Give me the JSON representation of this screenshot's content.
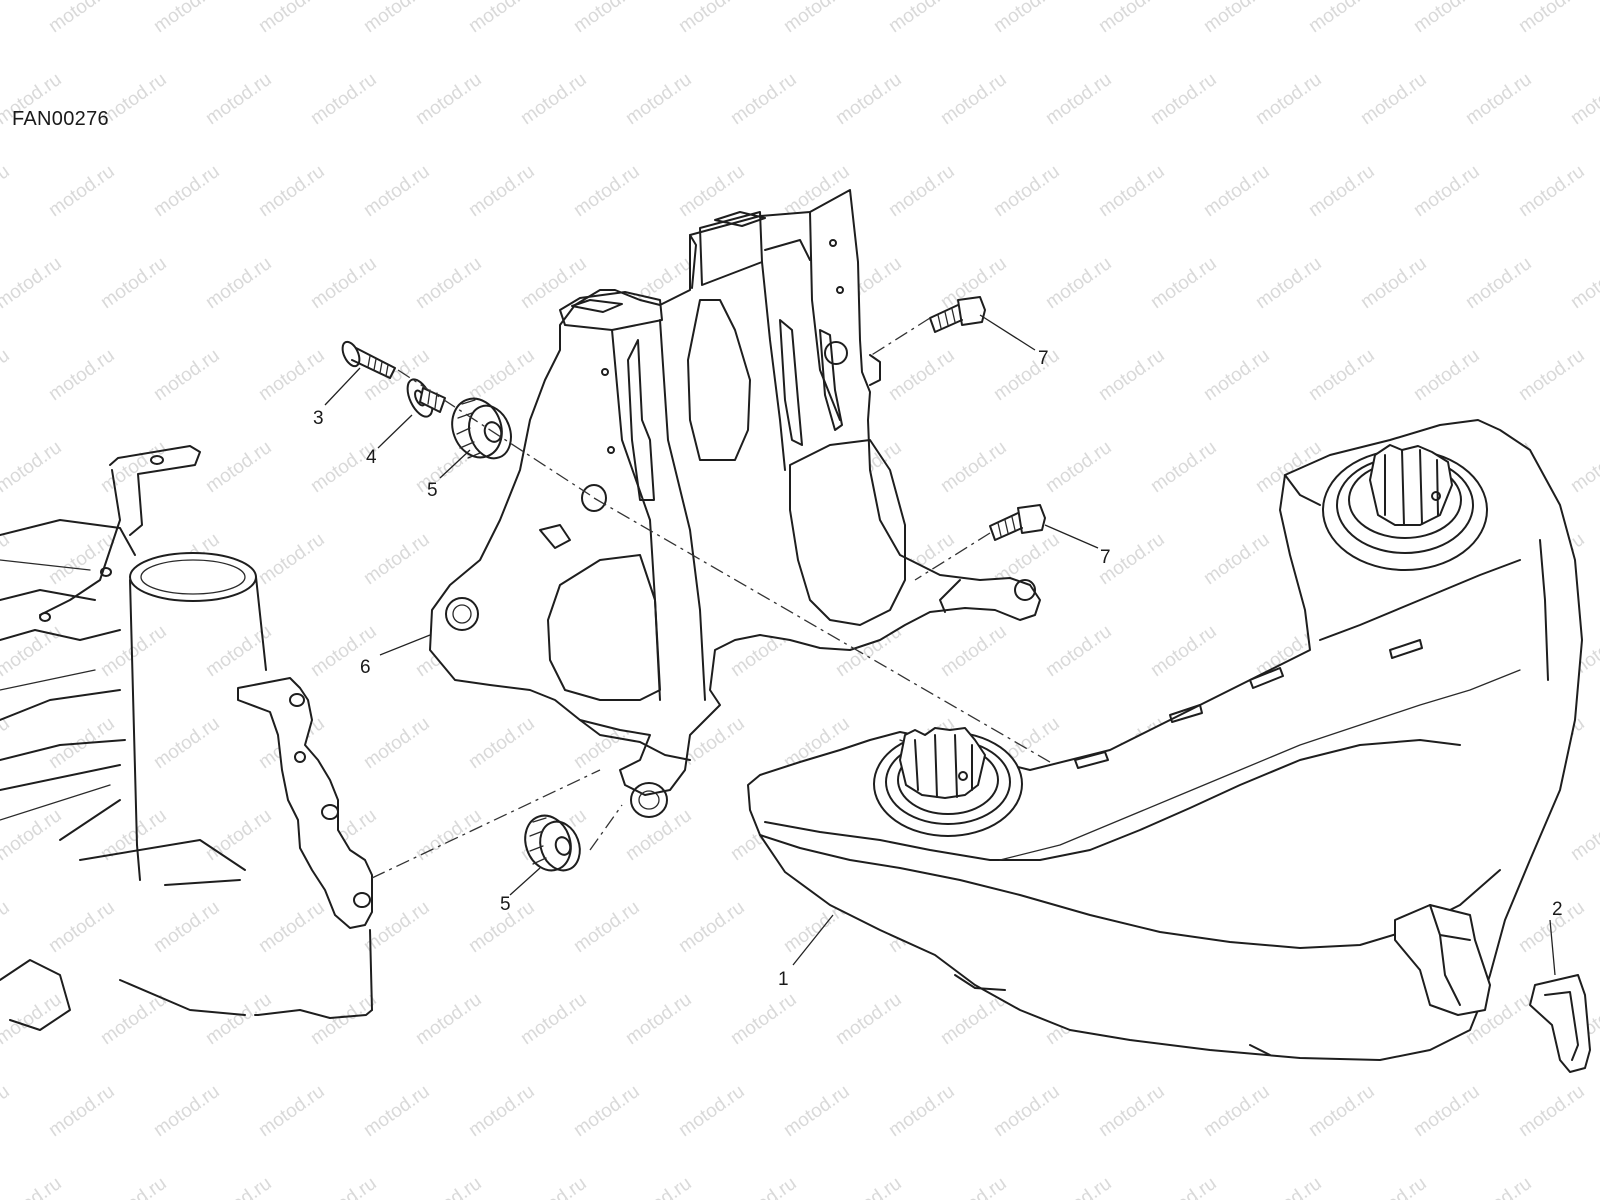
{
  "drawing_code": "FAN00276",
  "watermark_text": "motod.ru",
  "callouts": [
    {
      "id": "c1",
      "label": "1"
    },
    {
      "id": "c2",
      "label": "2"
    },
    {
      "id": "c3",
      "label": "3"
    },
    {
      "id": "c4",
      "label": "4"
    },
    {
      "id": "c5a",
      "label": "5"
    },
    {
      "id": "c5b",
      "label": "5"
    },
    {
      "id": "c6",
      "label": "6"
    },
    {
      "id": "c7a",
      "label": "7"
    },
    {
      "id": "c7b",
      "label": "7"
    }
  ]
}
